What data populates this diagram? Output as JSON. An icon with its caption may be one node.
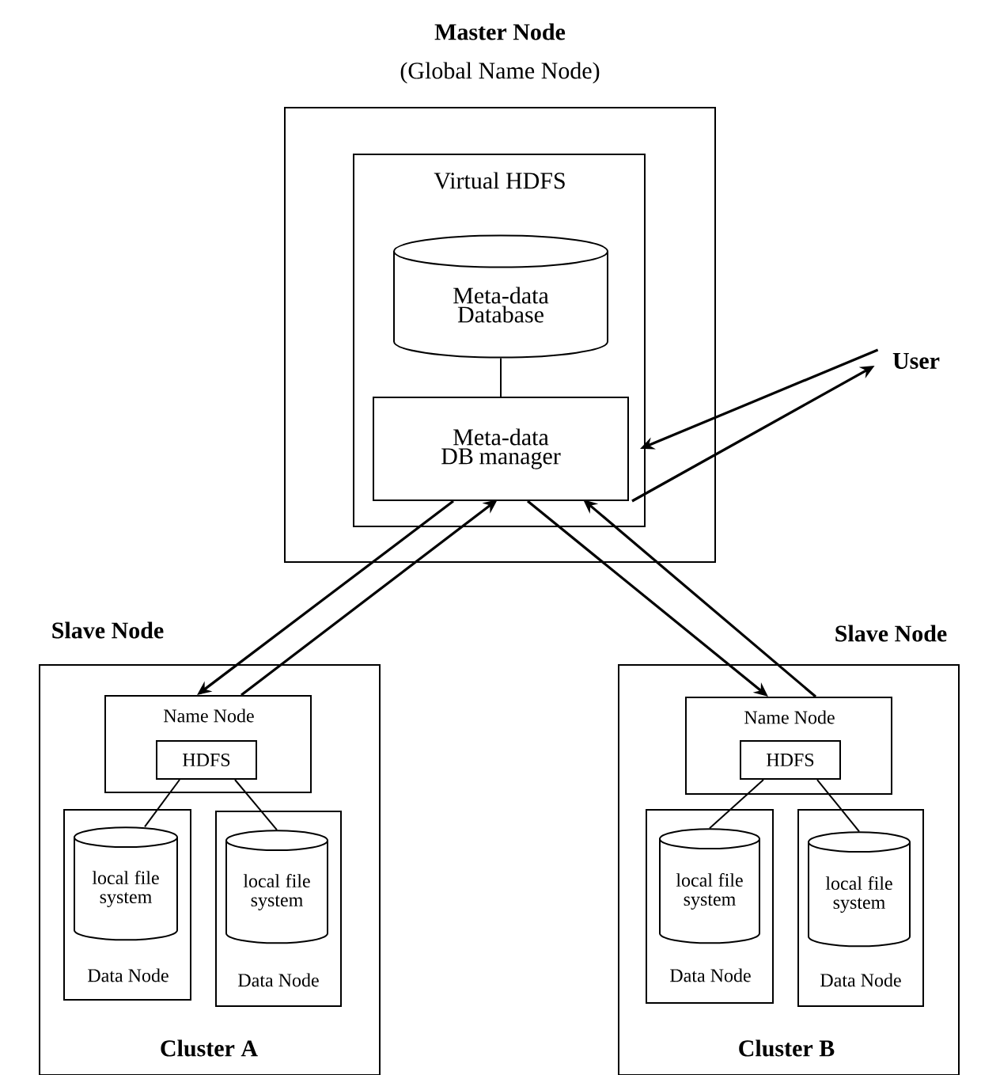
{
  "diagram": {
    "nodes": [
      {
        "text": [
          "Master Node",
          "(Global Name Node)"
        ]
      },
      {
        "text": [
          "Virtual HDFS"
        ],
        "in": 0
      },
      {
        "text": [
          "Meta-data Database"
        ],
        "in": 1
      },
      {
        "text": [
          "Meta-data DB manager"
        ],
        "in": 1
      },
      {
        "text": [
          "User"
        ]
      },
      {
        "text": [
          "Slave Node",
          "Cluster A"
        ]
      },
      {
        "text": [
          "Name Node"
        ],
        "in": 5
      },
      {
        "text": [
          "HDFS"
        ],
        "in": 6
      },
      {
        "text": [
          "Data Node"
        ],
        "in": 5
      },
      {
        "text": [
          "local file system"
        ],
        "in": 8
      },
      {
        "text": [
          "Data Node"
        ],
        "in": 5
      },
      {
        "text": [
          "local file system"
        ],
        "in": 10
      },
      {
        "text": [
          "Slave Node",
          "Cluster B"
        ]
      },
      {
        "text": [
          "Name Node"
        ],
        "in": 12
      },
      {
        "text": [
          "HDFS"
        ],
        "in": 13
      },
      {
        "text": [
          "Data Node"
        ],
        "in": 12
      },
      {
        "text": [
          "local file system"
        ],
        "in": 15
      },
      {
        "text": [
          "Data Node"
        ],
        "in": 12
      },
      {
        "text": [
          "local file system"
        ],
        "in": 17
      }
    ],
    "edges": [
      {
        "from": 2,
        "to": 3,
        "arrow": "none"
      },
      {
        "from": 4,
        "to": 3,
        "arrow": "to"
      },
      {
        "from": 3,
        "to": 4,
        "arrow": "to"
      },
      {
        "from": 3,
        "to": 6,
        "arrow": "to"
      },
      {
        "from": 6,
        "to": 3,
        "arrow": "to"
      },
      {
        "from": 3,
        "to": 13,
        "arrow": "to"
      },
      {
        "from": 13,
        "to": 3,
        "arrow": "to"
      },
      {
        "from": 7,
        "to": 9,
        "arrow": "none"
      },
      {
        "from": 7,
        "to": 11,
        "arrow": "none"
      },
      {
        "from": 14,
        "to": 16,
        "arrow": "none"
      },
      {
        "from": 14,
        "to": 18,
        "arrow": "none"
      }
    ]
  }
}
